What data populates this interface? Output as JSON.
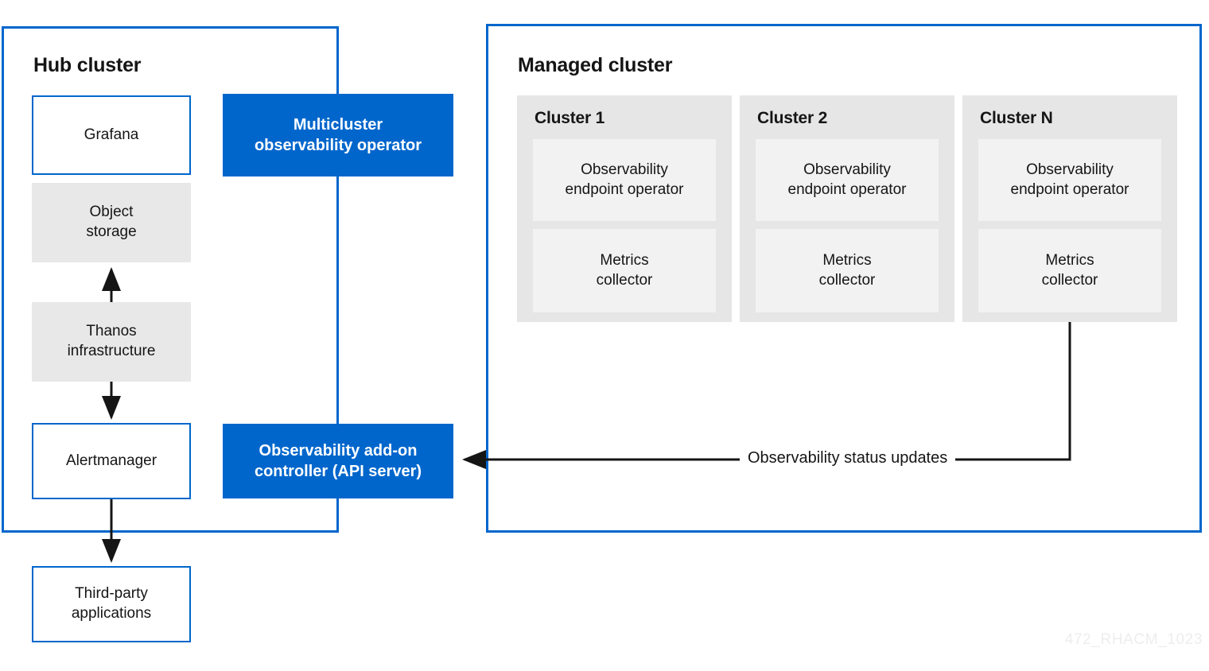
{
  "diagram": {
    "watermark": "472_RHACM_1023",
    "colors": {
      "accent_blue": "#0066CC",
      "node_gray": "#E8E8E8",
      "subcluster_gray": "#E6E6E6",
      "subnode_gray": "#F2F2F2",
      "text": "#151515",
      "arrow": "#151515"
    }
  },
  "hub_cluster": {
    "title": "Hub cluster",
    "nodes": {
      "grafana": "Grafana",
      "object_storage": "Object\nstorage",
      "thanos": "Thanos\ninfrastructure",
      "alertmanager": "Alertmanager",
      "third_party": "Third-party\napplications"
    }
  },
  "shared_nodes": {
    "multicluster_operator": "Multicluster\nobservability operator",
    "addon_controller": "Observability add-on\ncontroller (API server)"
  },
  "managed_cluster": {
    "title": "Managed cluster",
    "clusters": [
      {
        "title": "Cluster 1",
        "endpoint_operator": "Observability\nendpoint operator",
        "metrics_collector": "Metrics\ncollector"
      },
      {
        "title": "Cluster 2",
        "endpoint_operator": "Observability\nendpoint operator",
        "metrics_collector": "Metrics\ncollector"
      },
      {
        "title": "Cluster N",
        "endpoint_operator": "Observability\nendpoint operator",
        "metrics_collector": "Metrics\ncollector"
      }
    ]
  },
  "edges": [
    {
      "id": "thanos-to-object-storage",
      "label": "",
      "from": "Thanos infrastructure",
      "to": "Object storage",
      "direction": "up"
    },
    {
      "id": "thanos-to-alertmanager",
      "label": "",
      "from": "Thanos infrastructure",
      "to": "Alertmanager",
      "direction": "down"
    },
    {
      "id": "alertmanager-to-third-party",
      "label": "",
      "from": "Alertmanager",
      "to": "Third-party applications",
      "direction": "down"
    },
    {
      "id": "cluster-n-to-addon-controller",
      "label": "Observability status updates",
      "from": "Cluster N",
      "to": "Observability add-on controller (API server)",
      "direction": "left"
    }
  ]
}
